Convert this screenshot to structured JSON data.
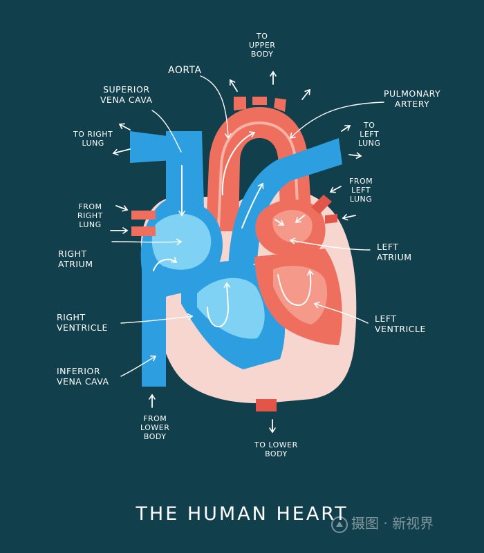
{
  "colors": {
    "background": "#123f4c",
    "blue": "#2d9fe0",
    "light_blue": "#7fd2f3",
    "red": "#ef6f5e",
    "dark_red": "#e2564a",
    "pink": "#f8d6d0"
  },
  "labels": {
    "to_upper_body": [
      "TO",
      "UPPER",
      "BODY"
    ],
    "aorta": [
      "AORTA"
    ],
    "superior_vena_cava": [
      "SUPERIOR",
      "VENA CAVA"
    ],
    "pulmonary_artery": [
      "PULMONARY",
      "ARTERY"
    ],
    "to_right_lung": [
      "TO RIGHT",
      "LUNG"
    ],
    "to_left_lung": [
      "TO",
      "LEFT",
      "LUNG"
    ],
    "from_left_lung": [
      "FROM",
      "LEFT",
      "LUNG"
    ],
    "from_right_lung": [
      "FROM",
      "RIGHT",
      "LUNG"
    ],
    "right_atrium": [
      "RIGHT",
      "ATRIUM"
    ],
    "left_atrium": [
      "LEFT",
      "ATRIUM"
    ],
    "right_ventricle": [
      "RIGHT",
      "VENTRICLE"
    ],
    "left_ventricle": [
      "LEFT",
      "VENTRICLE"
    ],
    "inferior_vena_cava": [
      "INFERIOR",
      "VENA CAVA"
    ],
    "from_lower_body": [
      "FROM",
      "LOWER",
      "BODY"
    ],
    "to_lower_body": [
      "TO LOWER",
      "BODY"
    ]
  },
  "title": "THE HUMAN HEART",
  "watermark": "摄图 · 新视界",
  "icons": [
    "arrow-icon",
    "watermark-logo-icon"
  ]
}
